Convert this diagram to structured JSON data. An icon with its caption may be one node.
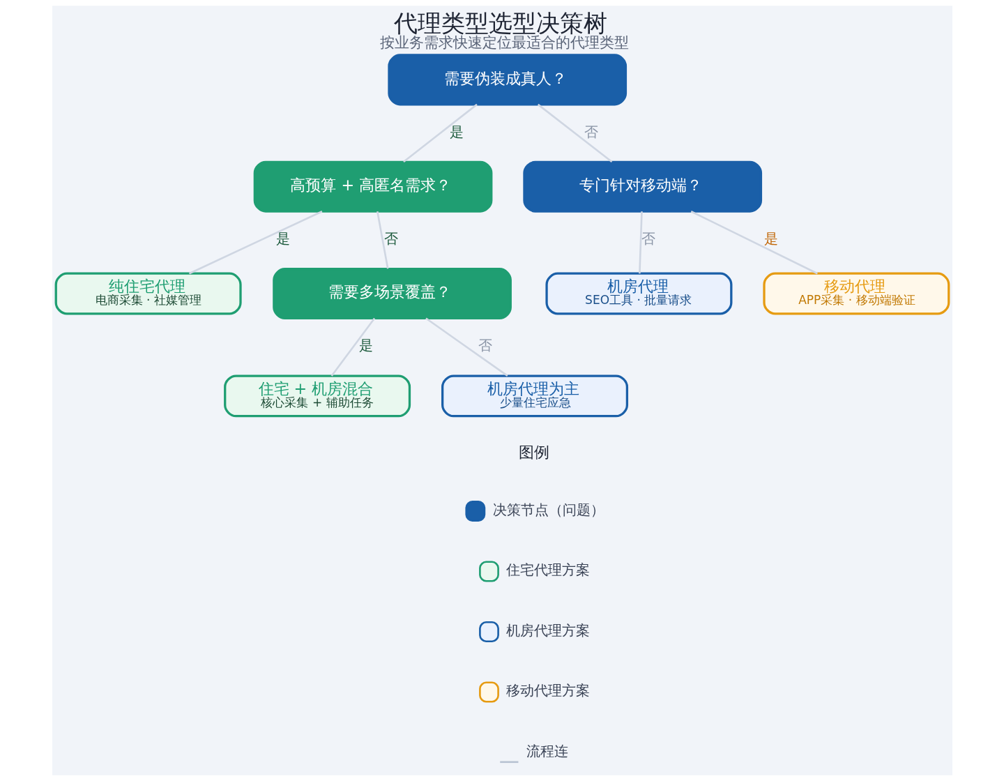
{
  "diagram": {
    "title": "代理类型选型决策树",
    "caption": "按业务需求快速定位最适合的代理类型",
    "nodes": [
      {
        "text": [
          "需要伪装成真人？"
        ]
      },
      {
        "text": [
          "高预算 + 高匿名需求？"
        ]
      },
      {
        "text": [
          "专门针对移动端？"
        ]
      },
      {
        "text": [
          "纯住宅代理",
          "电商采集 · 社媒管理"
        ]
      },
      {
        "text": [
          "需要多场景覆盖？"
        ]
      },
      {
        "text": [
          "机房代理",
          "SEO工具 · 批量请求"
        ]
      },
      {
        "text": [
          "移动代理",
          "APP采集 · 移动端验证"
        ]
      },
      {
        "text": [
          "住宅 + 机房混合",
          "核心采集 + 辅助任务"
        ]
      },
      {
        "text": [
          "机房代理为主",
          "少量住宅应急"
        ]
      }
    ],
    "edges": [
      {
        "from": 0,
        "to": 1,
        "arrow": "none",
        "label": "是"
      },
      {
        "from": 0,
        "to": 2,
        "arrow": "none",
        "label": "否"
      },
      {
        "from": 1,
        "to": 3,
        "arrow": "none",
        "label": "是"
      },
      {
        "from": 1,
        "to": 4,
        "arrow": "none",
        "label": "否"
      },
      {
        "from": 2,
        "to": 5,
        "arrow": "none",
        "label": "否"
      },
      {
        "from": 2,
        "to": 6,
        "arrow": "none",
        "label": "是"
      },
      {
        "from": 4,
        "to": 7,
        "arrow": "none",
        "label": "是"
      },
      {
        "from": 4,
        "to": 8,
        "arrow": "none",
        "label": "否"
      }
    ],
    "labels": [
      "图例"
    ],
    "legend": [
      {
        "text": "决策节点（问题）",
        "color": "#1a5fa8"
      },
      {
        "text": "住宅代理方案",
        "color": "#e9f8ef"
      },
      {
        "text": "机房代理方案",
        "color": "#eaf1fd"
      },
      {
        "text": "移动代理方案",
        "color": "#fff8ea"
      },
      {
        "text": "流程连"
      }
    ]
  }
}
